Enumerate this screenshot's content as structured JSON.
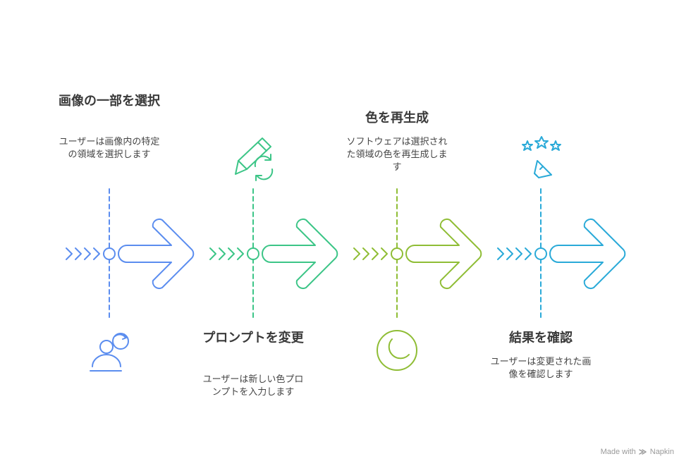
{
  "steps": [
    {
      "title": "画像の一部を選択",
      "description": "ユーザーは画像内の特定の領域を選択します",
      "color": "#5b8def",
      "icon": "person-refresh-icon"
    },
    {
      "title": "プロンプトを変更",
      "description": "ユーザーは新しい色プロンプトを入力します",
      "color": "#3cc587",
      "icon": "pencil-refresh-icon"
    },
    {
      "title": "色を再生成",
      "description": "ソフトウェアは選択された領域の色を再生成します",
      "color": "#8fbd35",
      "icon": "moon-circle-icon"
    },
    {
      "title": "結果を確認",
      "description": "ユーザーは変更された画像を確認します",
      "color": "#2aaad8",
      "icon": "stars-megaphone-icon"
    }
  ],
  "watermark": {
    "text_made": "Made with",
    "text_brand": "Napkin"
  }
}
